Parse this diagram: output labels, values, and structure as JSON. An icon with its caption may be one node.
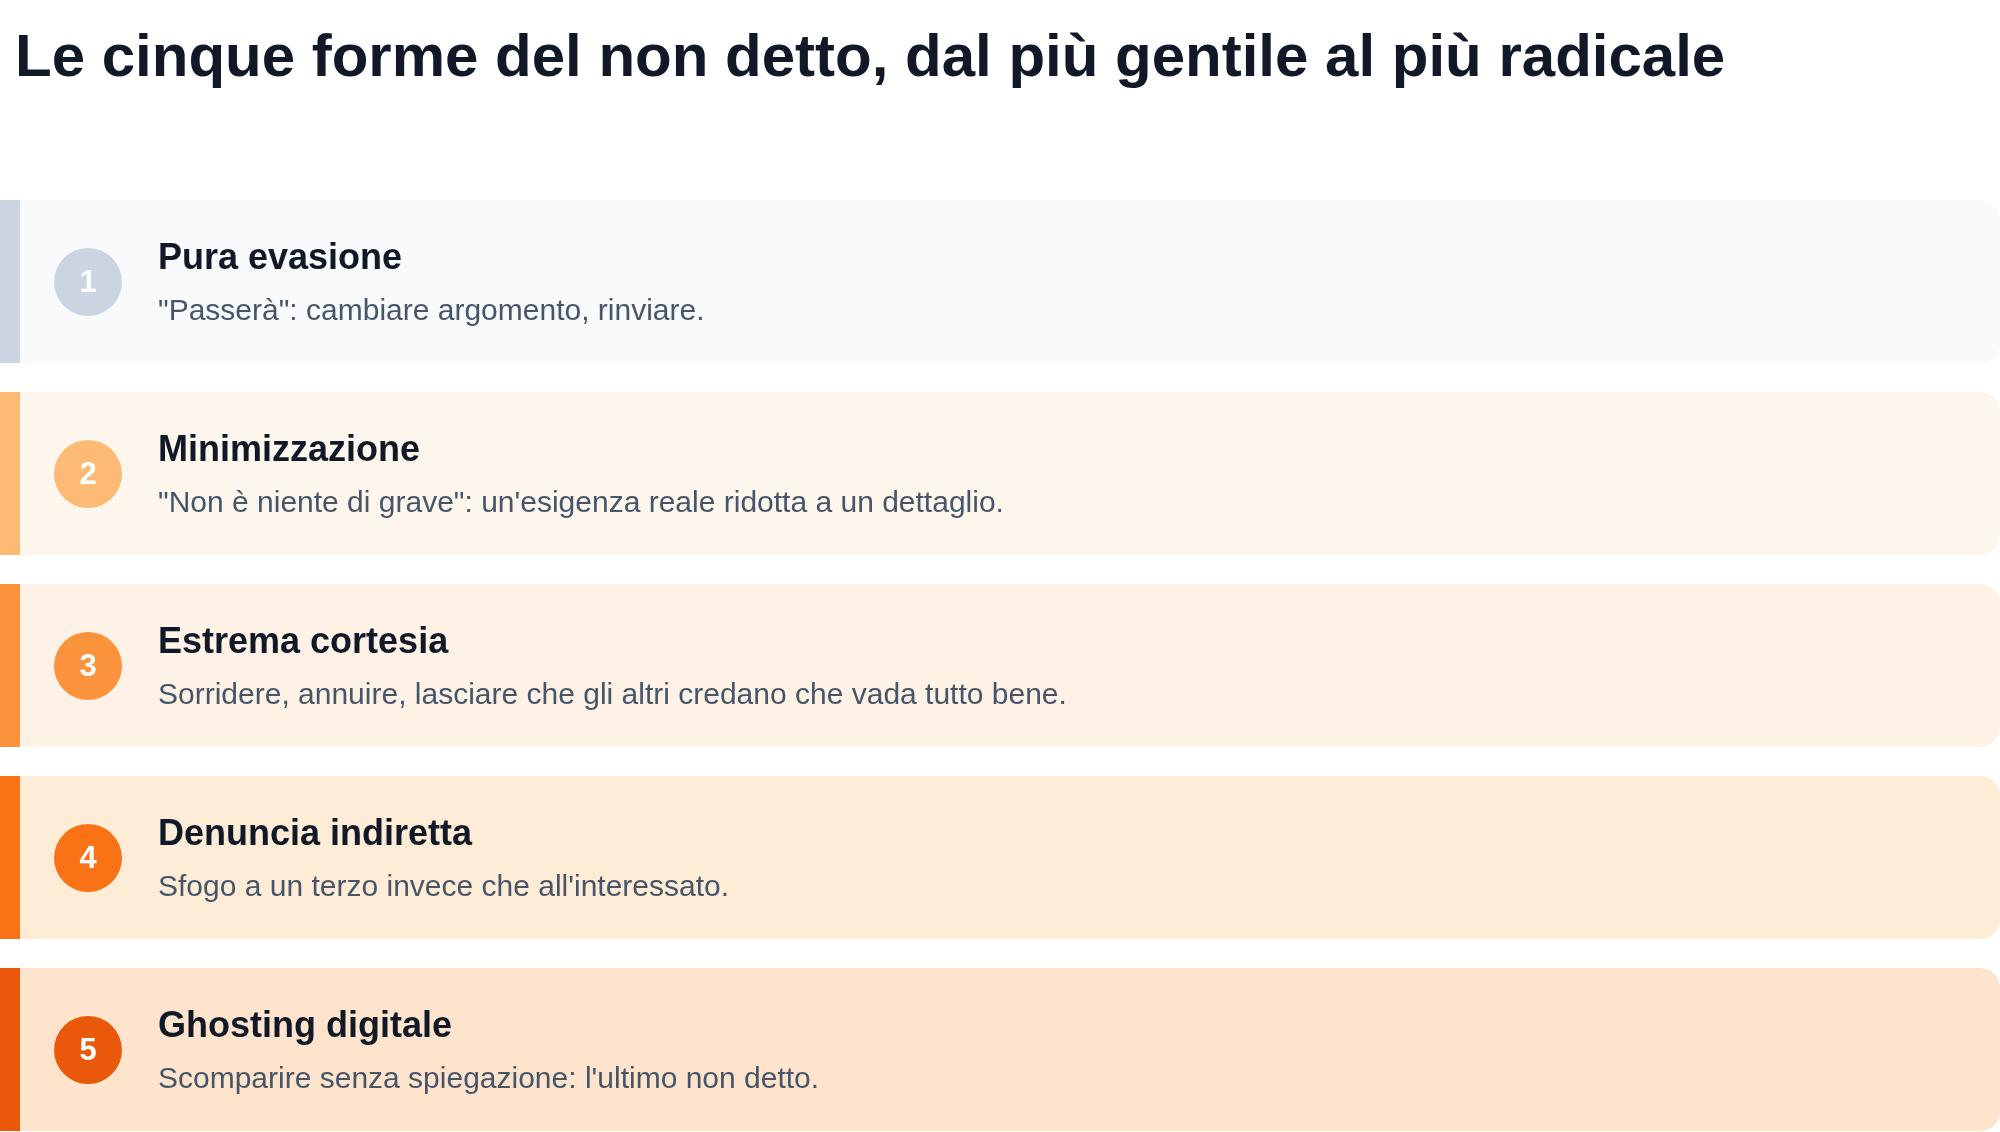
{
  "diagram": {
    "title": "Le cinque forme del non detto, dal più gentile al più radicale",
    "nodes": [
      {
        "text": [
          "Pura evasione",
          "\"Passerà\": cambiare argomento, rinviare."
        ]
      },
      {
        "text": [
          "1"
        ],
        "in": 0
      },
      {
        "text": [
          "Minimizzazione",
          "\"Non è niente di grave\": un'esigenza reale ridotta a un dettaglio."
        ]
      },
      {
        "text": [
          "2"
        ],
        "in": 2
      },
      {
        "text": [
          "Estrema cortesia",
          "Sorridere, annuire, lasciare che gli altri credano che vada tutto bene."
        ]
      },
      {
        "text": [
          "3"
        ],
        "in": 4
      },
      {
        "text": [
          "Denuncia indiretta",
          "Sfogo a un terzo invece che all'interessato."
        ]
      },
      {
        "text": [
          "4"
        ],
        "in": 6
      },
      {
        "text": [
          "Ghosting digitale",
          "Scomparire senza spiegazione: l'ultimo non detto."
        ]
      },
      {
        "text": [
          "5"
        ],
        "in": 8
      }
    ]
  }
}
